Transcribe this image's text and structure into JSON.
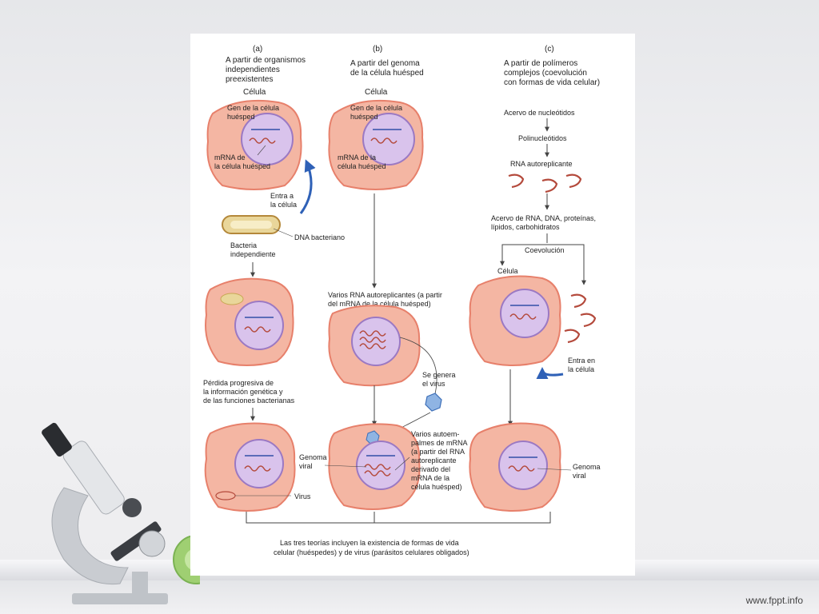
{
  "columns": {
    "a": {
      "letter": "(a)",
      "title": [
        "A partir de organismos",
        "independientes",
        "preexistentes"
      ]
    },
    "b": {
      "letter": "(b)",
      "title": [
        "A partir del genoma",
        "de la célula huésped"
      ]
    },
    "c": {
      "letter": "(c)",
      "title": [
        "A partir de polímeros",
        "complejos (coevolución",
        "con formas de vida celular)"
      ]
    }
  },
  "labels": {
    "celula_a": "Célula",
    "celula_b": "Célula",
    "gen_a": [
      "Gen de la célula",
      "huésped"
    ],
    "gen_b": [
      "Gen de la célula",
      "huésped"
    ],
    "mrna_a": [
      "mRNA de",
      "la célula huésped"
    ],
    "mrna_b": [
      "mRNA de la",
      "célula huésped"
    ],
    "entra_a": [
      "Entra a",
      "la célula"
    ],
    "dna_bact": "DNA bacteriano",
    "bacteria": [
      "Bacteria",
      "independiente"
    ],
    "perdida": [
      "Pérdida progresiva de",
      "la información genética y",
      "de las funciones bacterianas"
    ],
    "virus_a": "Virus",
    "genoma_a": [
      "Genoma",
      "viral"
    ],
    "varios_rna": [
      "Varios RNA autoreplicantes (a partir",
      "del mRNA de la célula huésped)"
    ],
    "se_genera": [
      "Se genera",
      "el virus"
    ],
    "varios_auto": [
      "Varios autoem-",
      "palmes de mRNA",
      "(a partir del RNA",
      "autoreplicante",
      "derivado del",
      "mRNA de la",
      "célula huésped)"
    ],
    "acervo_nuc": "Acervo de nucleótidos",
    "polinuc": "Polinucleótidos",
    "rna_auto": "RNA autoreplicante",
    "acervo_rna": [
      "Acervo de RNA, DNA, proteínas,",
      "lípidos, carbohidratos"
    ],
    "coevolucion": "Coevolución",
    "celula_c": "Célula",
    "entra_en": [
      "Entra en",
      "la célula"
    ],
    "genoma_c": [
      "Genoma",
      "viral"
    ],
    "bottom": [
      "Las tres teorías incluyen la existencia de formas de vida",
      "celular (huéspedes) y de virus (parásitos celulares obligados)"
    ]
  },
  "footer": {
    "url": "www.fppt.info"
  },
  "colors": {
    "cell_fill": "#f4b6a3",
    "cell_stroke": "#e7806b",
    "nucleus_fill": "#d9c3ec",
    "nucleus_stroke": "#9b79c3",
    "rna": "#b44a3c",
    "arrow_blue": "#2f61b7"
  }
}
